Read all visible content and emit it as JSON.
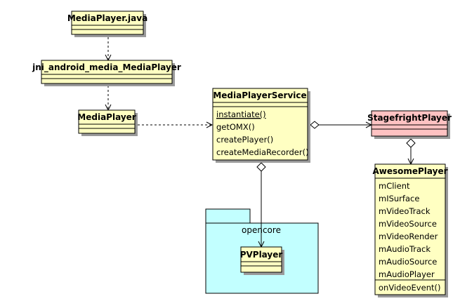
{
  "colors": {
    "class_fill": "#ffffc2",
    "highlight_fill": "#ffc2c2",
    "package_fill": "#c2ffff",
    "stroke": "#000000",
    "shadow": "#9a9a9a"
  },
  "classes": {
    "mediaplayer_java": {
      "title": "MediaPlayer.java"
    },
    "jni_mediaplayer": {
      "title": "jni_android_media_MediaPlayer"
    },
    "mediaplayer": {
      "title": "MediaPlayer"
    },
    "mediaplayerservice": {
      "title": "MediaPlayerService",
      "methods": [
        "instantiate()",
        "getOMX()",
        "createPlayer()",
        "createMediaRecorder()"
      ],
      "static_method": "instantiate()"
    },
    "stagefrightplayer": {
      "title": "StagefrightPlayer"
    },
    "awesomeplayer": {
      "title": "AwesomePlayer",
      "attributes": [
        "mClient",
        "mISurface",
        "mVideoTrack",
        "mVideoSource",
        "mVideoRender",
        "mAudioTrack",
        "mAudioSource",
        "mAudioPlayer"
      ],
      "methods": [
        "onVideoEvent()"
      ]
    },
    "pvplayer": {
      "title": "PVPlayer"
    }
  },
  "package": {
    "label": "opencore"
  }
}
